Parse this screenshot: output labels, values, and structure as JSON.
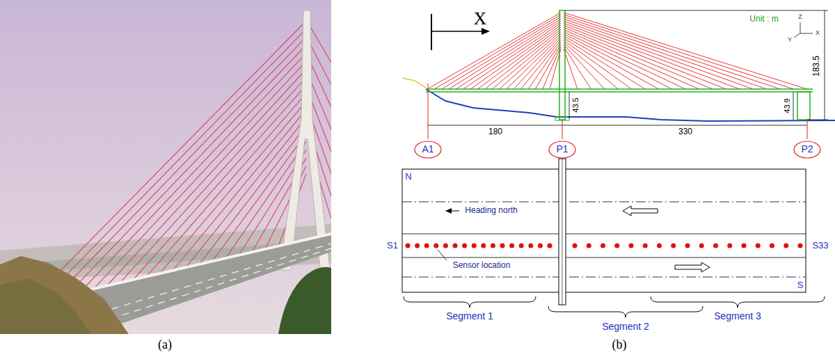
{
  "diagram": {
    "nodes": [
      {
        "text": [
          "A1"
        ]
      },
      {
        "text": [
          "P1"
        ]
      },
      {
        "text": [
          "P2"
        ]
      }
    ],
    "labels": [
      "(a)",
      "(b)",
      "X",
      "Unit : m",
      "Z",
      "Y",
      "X",
      "183.5",
      "43.5",
      "43.9",
      "180",
      "330",
      "N",
      "Heading north",
      "S1",
      "Sensor location",
      "S33",
      "S",
      "Segment 1",
      "Segment 2",
      "Segment 3"
    ]
  }
}
